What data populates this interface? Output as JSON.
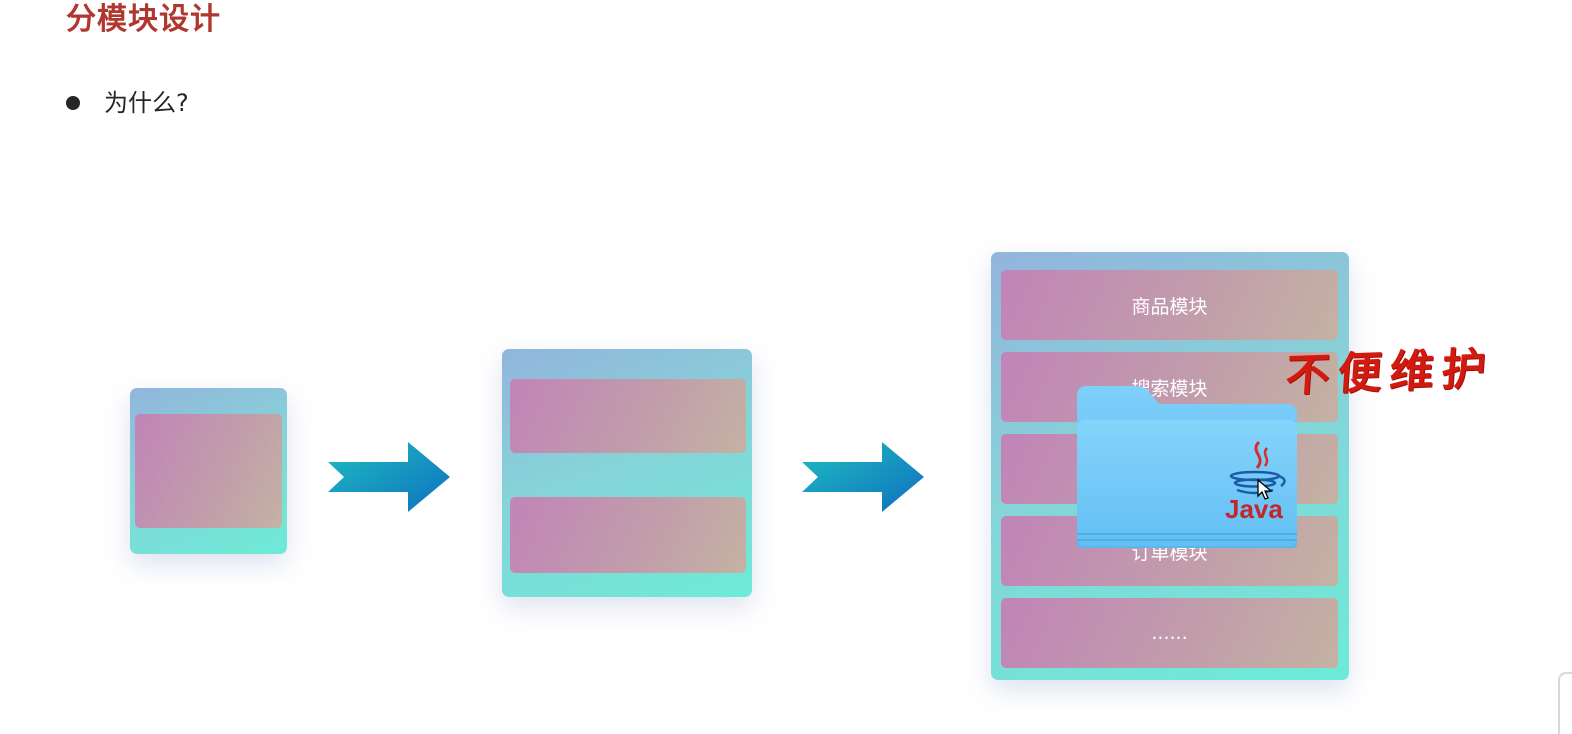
{
  "slide": {
    "title": "分模块设计",
    "bullet": "为什么?"
  },
  "diagram": {
    "stage3_modules": [
      "商品模块",
      "搜索模块",
      "",
      "订单模块",
      "......"
    ],
    "folder_label": "Java",
    "overlay_text": "不便维护"
  },
  "colors": {
    "title": "#b0372f",
    "container_gradient": [
      "#92b5dc",
      "#6cebd7"
    ],
    "module_gradient": [
      "#c184b8",
      "#c4b2a3"
    ],
    "arrow_gradient": [
      "#1fbdc2",
      "#0f6fbf"
    ],
    "folder_blue": "#6cc4f4",
    "stamp_red": "#d11a10"
  },
  "icons": [
    "bullet-dot-icon",
    "arrow-right-icon",
    "folder-icon",
    "java-cup-icon",
    "mouse-cursor-icon"
  ]
}
